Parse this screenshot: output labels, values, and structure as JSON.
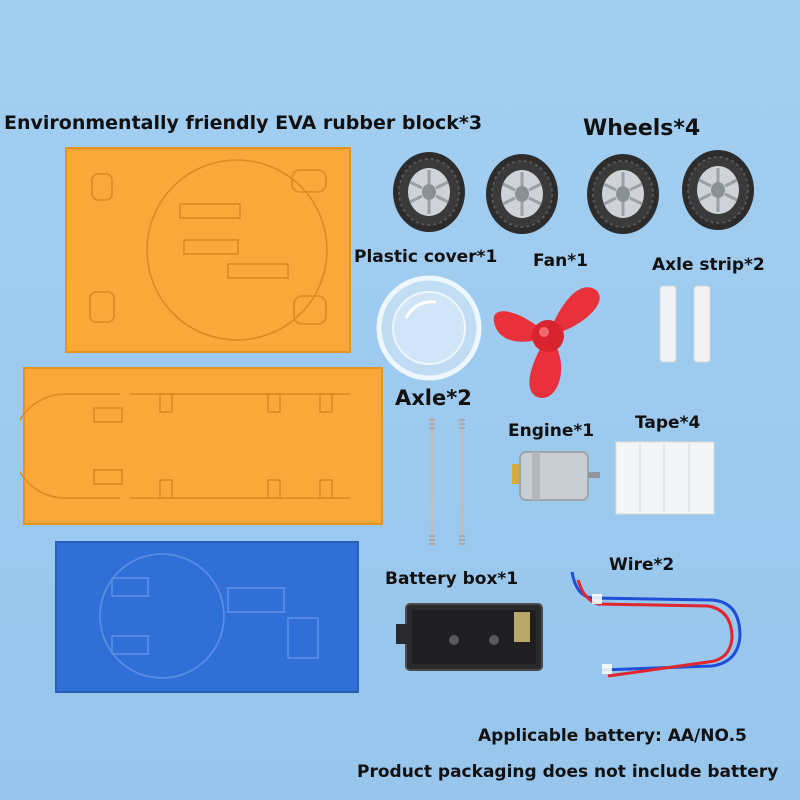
{
  "labels": {
    "eva": "Environmentally friendly EVA rubber block*3",
    "wheels": "Wheels*4",
    "plastic_cover": "Plastic cover*1",
    "fan": "Fan*1",
    "axle_strip": "Axle strip*2",
    "axle": "Axle*2",
    "engine": "Engine*1",
    "tape": "Tape*4",
    "battery_box": "Battery box*1",
    "wire": "Wire*2"
  },
  "notes": {
    "battery": "Applicable battery: AA/NO.5",
    "packaging": "Product packaging does not include battery"
  },
  "colors": {
    "background": "#9cc9ee",
    "eva_orange": "#f9a83a",
    "eva_blue": "#2f6fd6",
    "fan_red": "#e8313a"
  }
}
